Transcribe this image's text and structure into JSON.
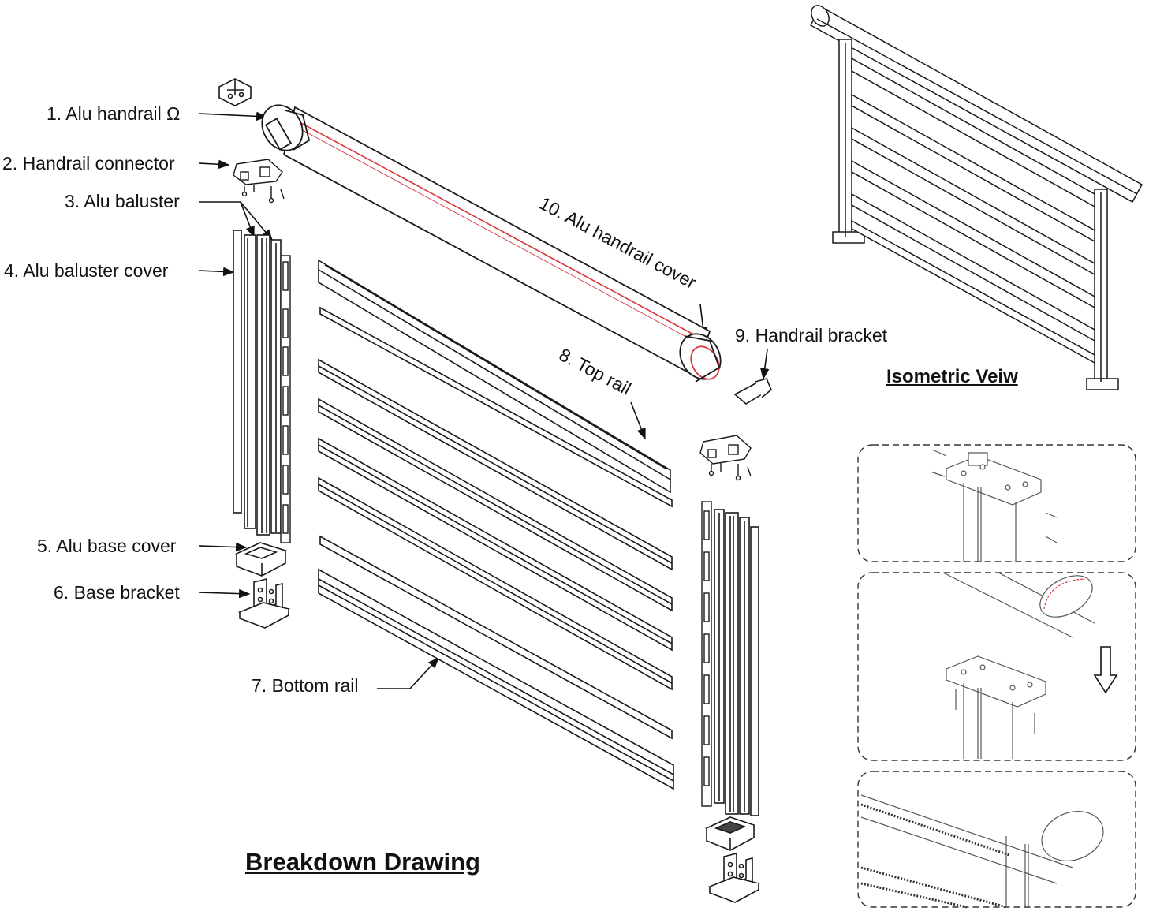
{
  "labels": {
    "p1": "1. Alu handrail Ω",
    "p2": "2. Handrail connector",
    "p3": "3. Alu baluster",
    "p4": "4. Alu  baluster cover",
    "p5": "5. Alu base cover",
    "p6": "6. Base bracket",
    "p7": "7. Bottom rail",
    "p8": "8. Top rail",
    "p9": "9. Handrail bracket",
    "p10": "10. Alu handrail cover"
  },
  "titles": {
    "iso": "Isometric Veiw",
    "breakdown": "Breakdown Drawing"
  },
  "colors": {
    "line": "#1a1a1a",
    "accent": "#d9363e"
  }
}
